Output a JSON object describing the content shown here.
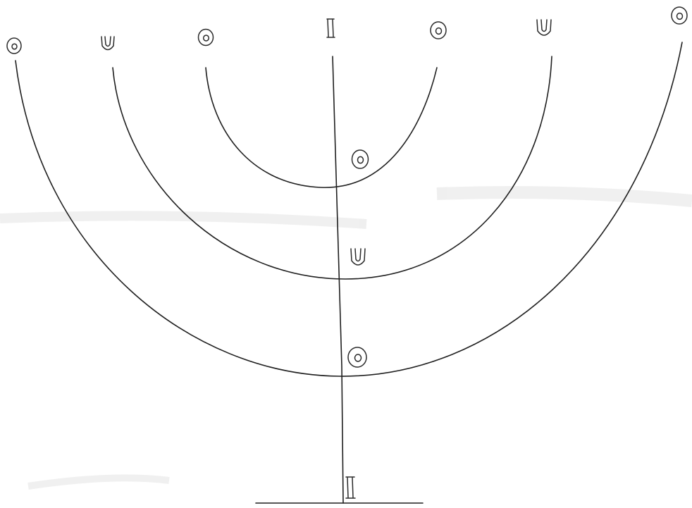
{
  "diagram": {
    "paper_color": "#ffffff",
    "ink_color": "#1f1f1f",
    "symbol_legend": {
      "ring": "ring-symbol-icon",
      "cup": "cup-symbol-icon",
      "bar": "bar-symbol-icon"
    },
    "branches": [
      {
        "id": "outer",
        "left_symbol": "ring",
        "right_symbol": "ring"
      },
      {
        "id": "middle",
        "left_symbol": "cup",
        "right_symbol": "cup"
      },
      {
        "id": "inner",
        "left_symbol": "ring",
        "right_symbol": "ring"
      }
    ],
    "central_stem": {
      "top_symbol": "bar",
      "stem_symbols_top_to_bottom": [
        "ring",
        "cup",
        "ring",
        "bar"
      ]
    }
  }
}
